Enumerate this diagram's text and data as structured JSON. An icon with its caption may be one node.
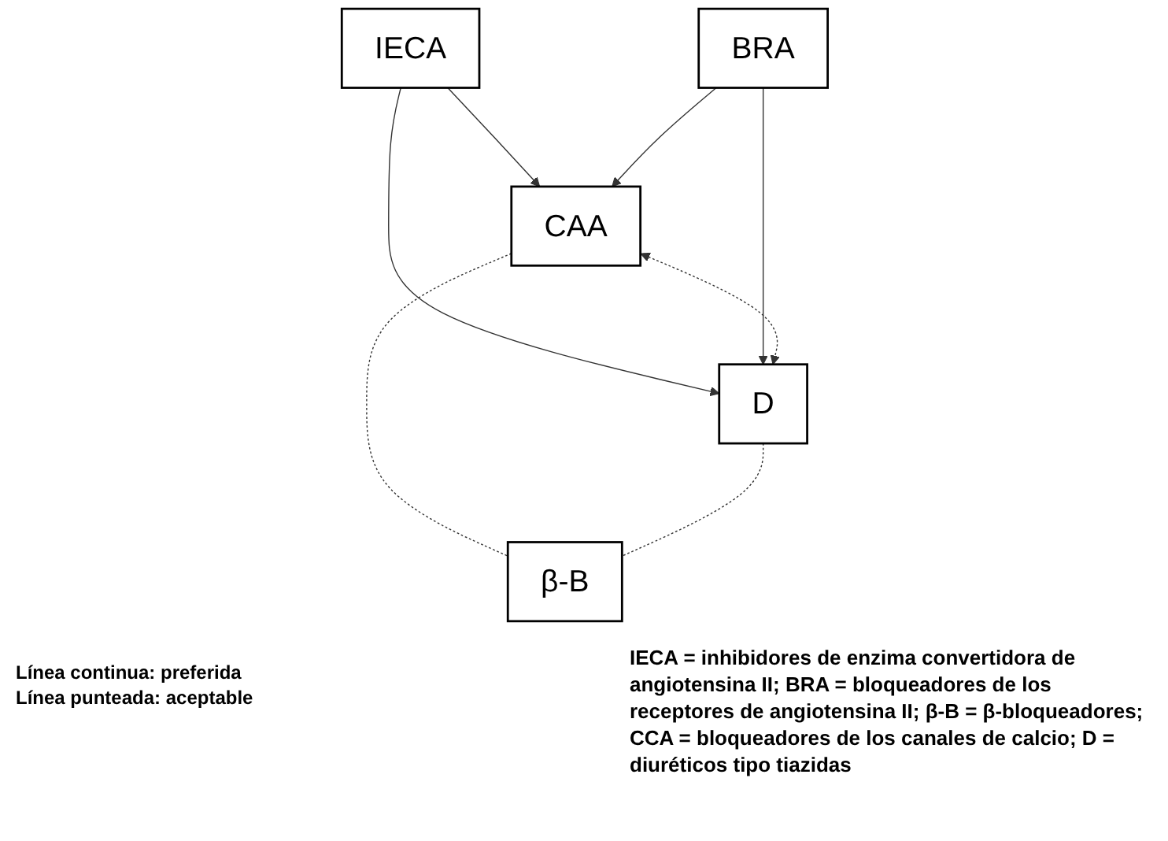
{
  "diagram": {
    "nodes": [
      {
        "text": [
          "IECA"
        ]
      },
      {
        "text": [
          "BRA"
        ]
      },
      {
        "text": [
          "CAA"
        ]
      },
      {
        "text": [
          "D"
        ]
      },
      {
        "text": [
          "β-B"
        ]
      }
    ],
    "edges": [
      {
        "from": 0,
        "to": 2,
        "arrow": "to"
      },
      {
        "from": 0,
        "to": 3,
        "arrow": "to"
      },
      {
        "from": 1,
        "to": 2,
        "arrow": "to"
      },
      {
        "from": 1,
        "to": 3,
        "arrow": "to"
      },
      {
        "from": 2,
        "to": 3,
        "arrow": "both",
        "style": "dashed"
      },
      {
        "from": 2,
        "to": 4,
        "arrow": "none",
        "style": "dashed"
      },
      {
        "from": 3,
        "to": 4,
        "arrow": "none",
        "style": "dashed"
      }
    ],
    "labels": [
      "Línea continua: preferida",
      "Línea punteada: aceptable",
      "IECA = inhibidores de enzima convertidora de angiotensina II; BRA = bloqueadores de los receptores de angiotensina II; β-B = β-bloqueadores; CCA = bloqueadores de los canales de calcio; D = diuréticos tipo tiazidas"
    ]
  }
}
